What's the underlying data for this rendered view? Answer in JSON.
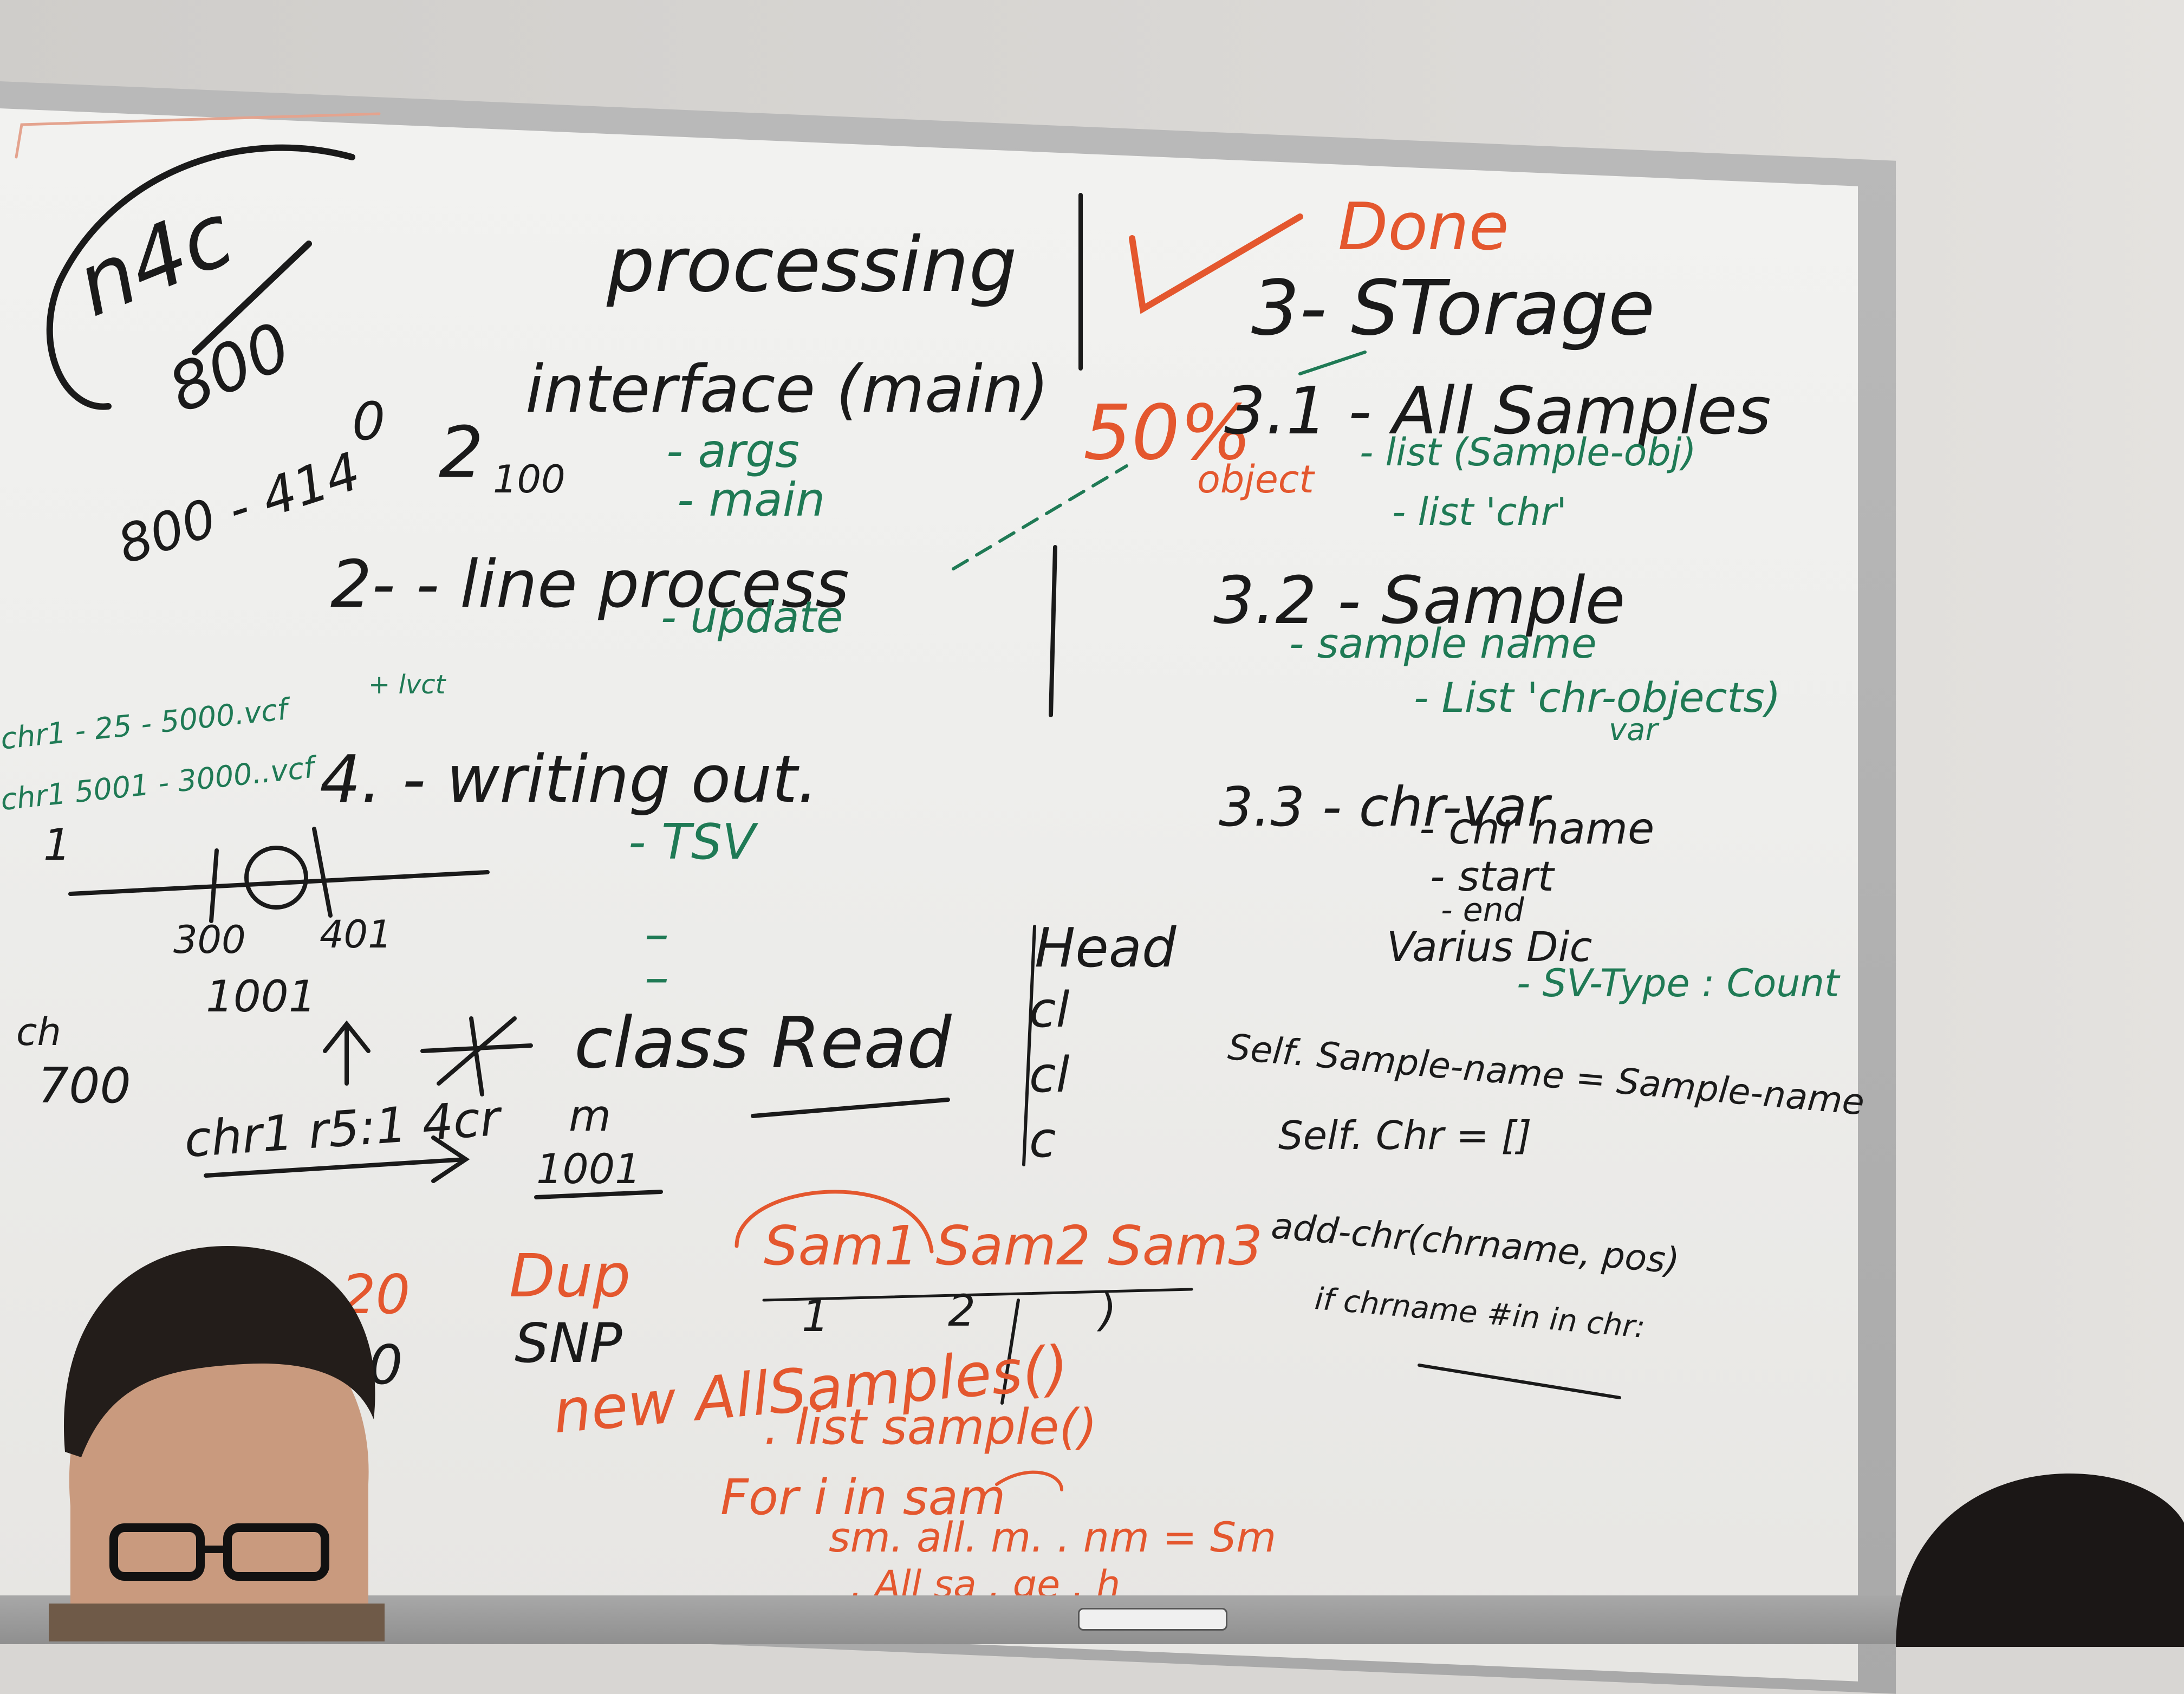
{
  "board": {
    "left_column": {
      "top_label": "n4c",
      "top_sub": "800",
      "title": "processing",
      "formula_a": "800 - 414",
      "formula_b": "0",
      "formula_c": "2",
      "formula_d": "100",
      "item_interface": "interface (main)",
      "item_interface_sub1": "- args",
      "item_interface_sub2": "- main",
      "item_line": "2- - line process",
      "item_line_sub": "- update",
      "side_note1": "chr1 - 25 - 5000.vcf",
      "side_note1b": "+ lvct",
      "side_note2": "chr1 5001 - 3000..vcf",
      "item_writing": "4. - writing out.",
      "item_writing_sub": "- TSV",
      "axis_start": "1",
      "axis_300": "300",
      "axis_401": "401",
      "axis_1001": "1001",
      "axis_1": "1",
      "left_ch": "ch",
      "left_700": "700",
      "chr_label": "chr1 r5:1 4cr",
      "class_read": "class Read",
      "m_label": "m",
      "m_1001": "1001",
      "dup": "Dup",
      "snp": "SNP",
      "num_20": "20",
      "num_0": "0"
    },
    "middle": {
      "head": "Head",
      "c1": "cl",
      "c2": "cl",
      "c3": "c",
      "sams": "Sam1 Sam2 Sam3",
      "s1": "1",
      "s2": "2",
      "s3": ")",
      "new_all": "new AllSamples()",
      "list_samples": ". list sample()",
      "for_in": "For i in sam",
      "sm_line": "sm. all. m. . nm = Sm",
      "all_line": ". All sa . ge . h"
    },
    "right_column": {
      "done": "Done",
      "storage": "3- STorage",
      "pct": "50%",
      "s31": "3.1 - All Samples",
      "object": "object",
      "list_sample_obj": "- list (Sample-obj)",
      "list_chr": "- list 'chr'",
      "s32": "3.2 - Sample",
      "sample_name": "- sample name",
      "list_chr_objects": "- List 'chr-objects)",
      "var": "var",
      "s33": "3.3 - chr-var",
      "chr_name": "- chr name",
      "start": "- start",
      "end": "- end",
      "dic": "Varius Dic",
      "svtype": "- SV-Type : Count",
      "self_sample": "Self. Sample-name = Sample-name",
      "self_chr": "Self. Chr = []",
      "add_chr": "add-chr(chrname, pos)",
      "if_line": "if chrname #in in chr:"
    }
  }
}
